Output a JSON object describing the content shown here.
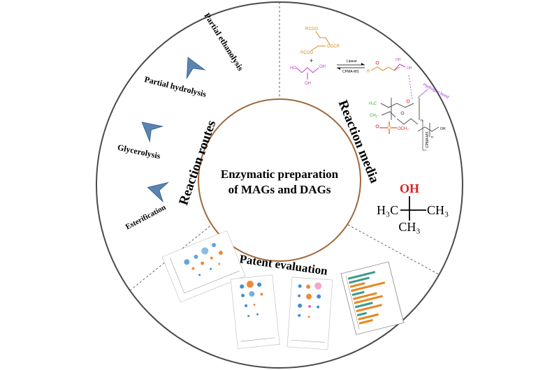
{
  "center": {
    "line1": "Enzymatic preparation",
    "line2": "of MAGs and DAGs"
  },
  "quadrants": {
    "routes": {
      "title": "Reaction routes",
      "steps": [
        "Esterification",
        "Glycerolysis",
        "Partial hydrolysis",
        "Partial ethanolysis"
      ]
    },
    "media": {
      "title": "Reaction media",
      "scheme": {
        "reactant_top": "RCOO",
        "reactant_mid": "RCOO",
        "reactant_sub": "OOCR",
        "ho_label": "HO",
        "oh_label": "OH",
        "plus": "+",
        "enzyme_label": "Lipase",
        "support_label": "CPMA-MS",
        "product_acyl": "R",
        "hbond_label": "Hydrogen bond",
        "h3c_small": "H₃C",
        "ch2_small": "CH₂",
        "ch3_small": "CH₃",
        "sulfonate_label": "OCH₃",
        "n_label": "n",
        "bracket_label": "CPMA-MS"
      },
      "tbuoh": {
        "oh": "OH",
        "h3c": "H₃C",
        "ch3_right": "CH₃",
        "ch3_bottom": "CH₃"
      }
    },
    "patents": {
      "title": "Patent evaluation"
    }
  },
  "colors": {
    "ring_stroke": "#4a4a4a",
    "center_circle": "#a0683a",
    "chevron": "#5b84b1",
    "chevron_dark": "#3d6592",
    "oh_red": "#e02020",
    "reactant_orange": "#d98a1a",
    "glycerol_magenta": "#c23fc2",
    "hbond_purple": "#9b30d9",
    "green_group": "#2bb02b",
    "orange_bars": "#e8871e",
    "teal_bars": "#3a9a8a",
    "bubble_blue": "#3b8fd6",
    "bubble_orange": "#ef8a3a",
    "bubble_pink": "#e86aa0"
  }
}
